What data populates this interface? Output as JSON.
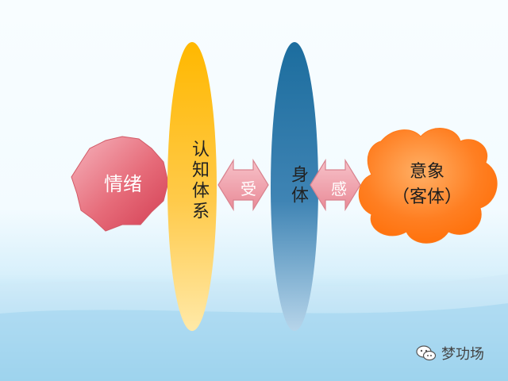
{
  "diagram": {
    "emotion": "情绪",
    "cognition_system": "认知体系",
    "receive": "受",
    "body": "身体",
    "feel": "感",
    "imagery_line1": "意象",
    "imagery_line2": "（客体）"
  },
  "watermark": {
    "text": "梦功场",
    "icon": "wechat-icon"
  },
  "colors": {
    "background_top": "#f4fbff",
    "background_bottom": "#7fc7e6",
    "emotion_fill": "#e25b6a",
    "cognition_fill": "#ffb400",
    "body_fill": "#2f7fb0",
    "connector_fill": "#f1a7b0",
    "imagery_fill": "#ff7a1a"
  }
}
